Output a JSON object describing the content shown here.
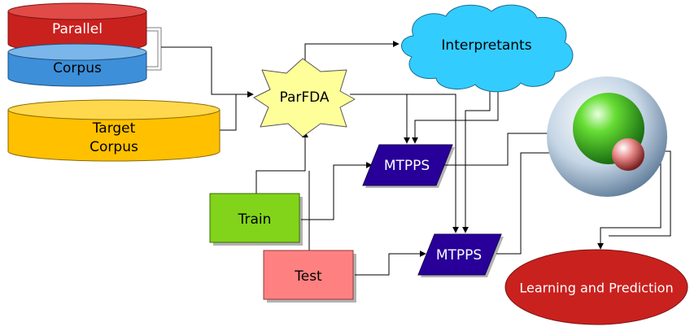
{
  "nodes": {
    "parallel": {
      "label": "Parallel"
    },
    "corpus": {
      "label": "Corpus"
    },
    "target_corpus": {
      "line1": "Target",
      "line2": "Corpus"
    },
    "parfda": {
      "label": "ParFDA"
    },
    "interpretants": {
      "label": "Interpretants"
    },
    "mtpps_top": {
      "label": "MTPPS"
    },
    "mtpps_bottom": {
      "label": "MTPPS"
    },
    "train": {
      "label": "Train"
    },
    "test": {
      "label": "Test"
    },
    "learning_prediction": {
      "label": "Learning and Prediction"
    }
  },
  "colors": {
    "parallel": "#c9211e",
    "corpus": "#2a6099",
    "corpus_fill": "#3c8fd8",
    "target_corpus": "#ffbf00",
    "parfda": "#ffff99",
    "interpretants": "#33ccff",
    "mtpps": "#280099",
    "train": "#81d41a",
    "test": "#ff8080",
    "learning_prediction": "#c9211e",
    "sphere_outer": "#b4c7dc",
    "sphere_green": "#33cc33",
    "sphere_pink": "#e06666"
  },
  "icons": {
    "model_sphere": "nested-spheres-icon"
  }
}
